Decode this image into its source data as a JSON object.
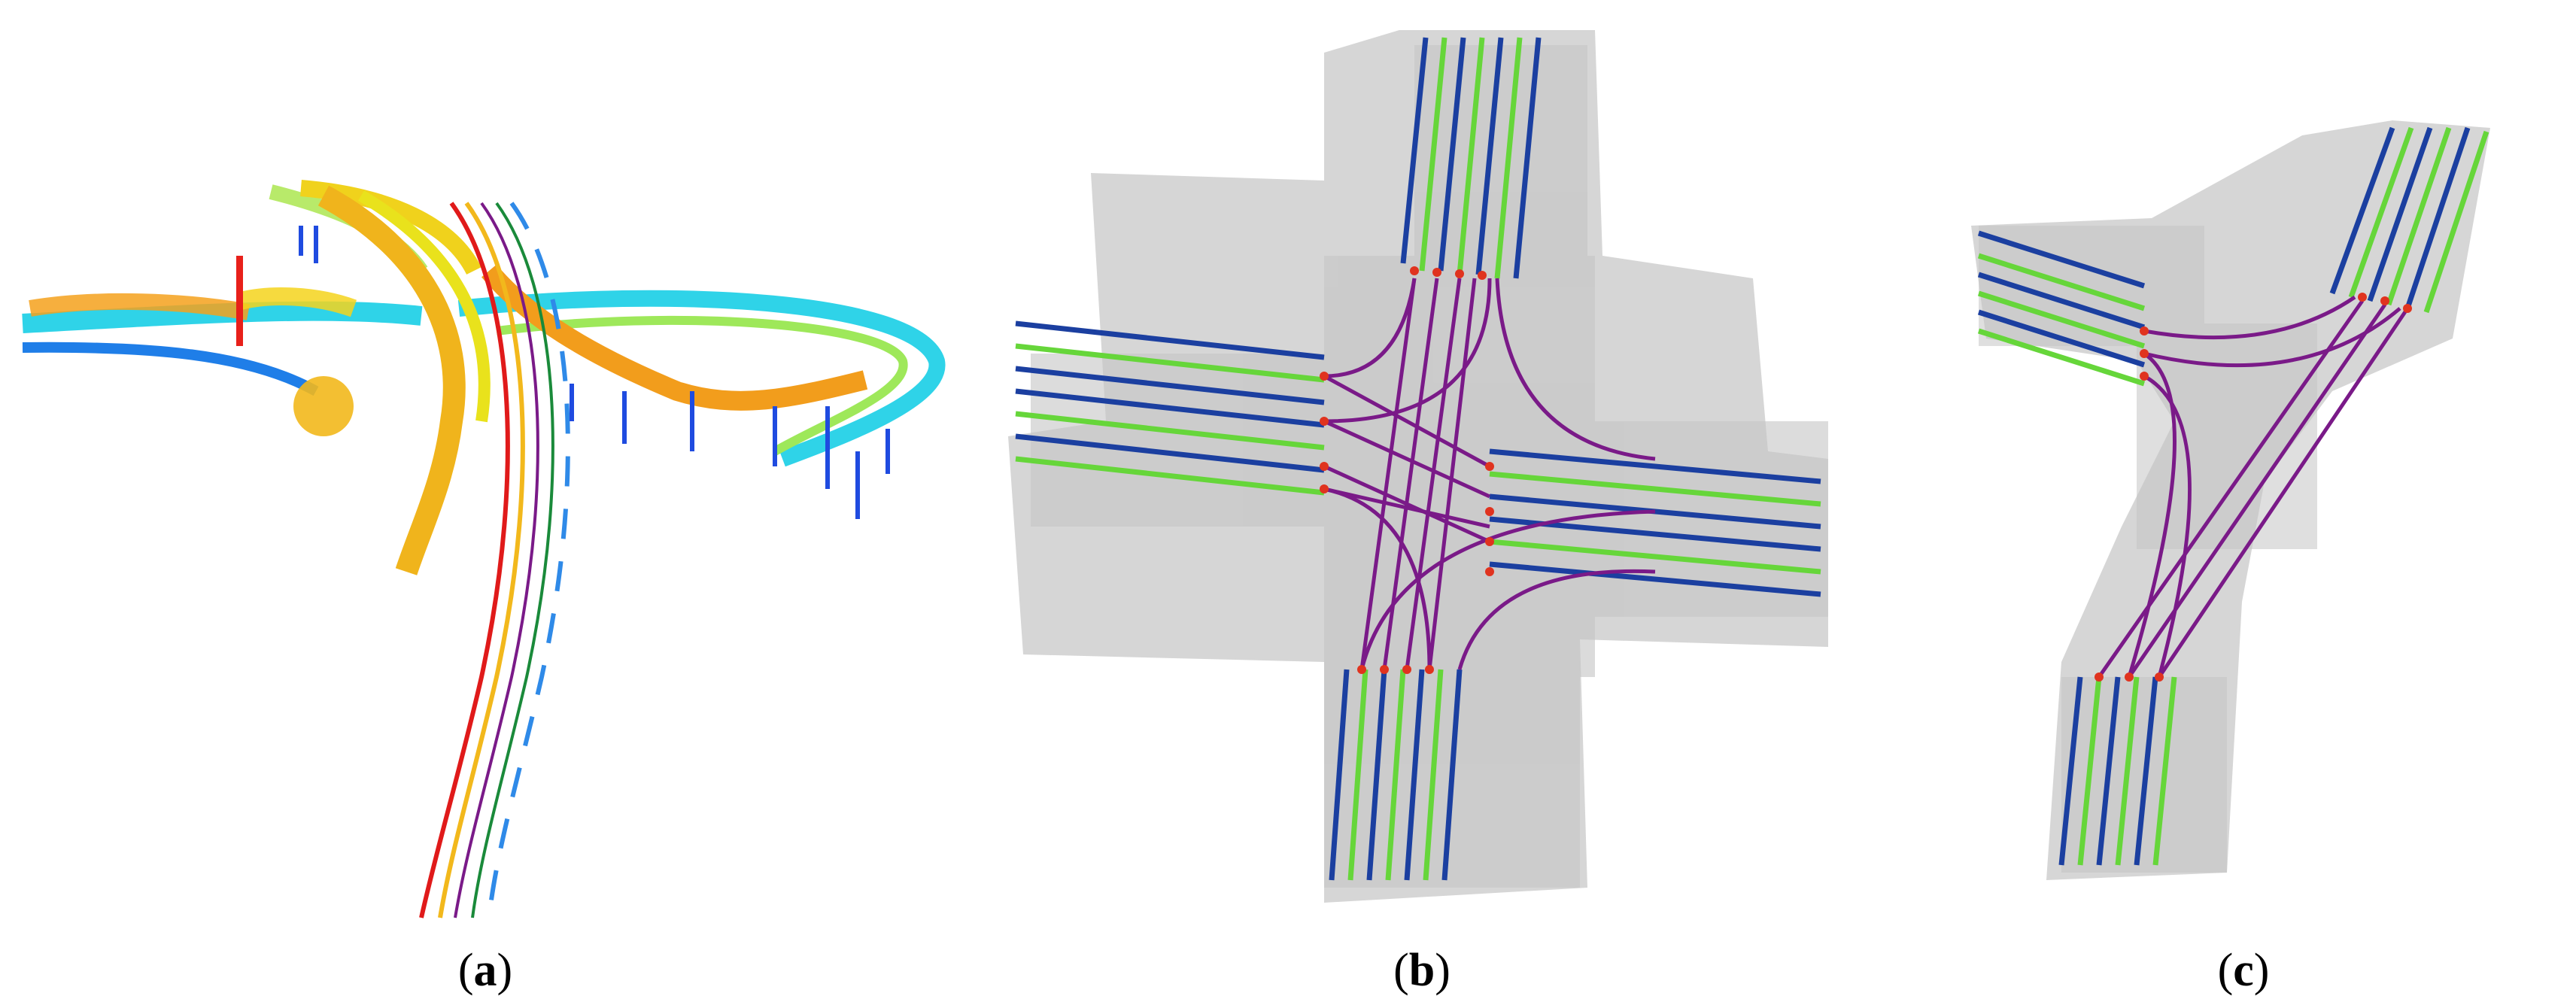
{
  "captions": {
    "a": {
      "open": "(",
      "letter": "a",
      "close": ")"
    },
    "b": {
      "open": "(",
      "letter": "b",
      "close": ")"
    },
    "c": {
      "open": "(",
      "letter": "c",
      "close": ")"
    }
  },
  "colors": {
    "lane_green": "#66d63a",
    "lane_blue": "#1b3fa0",
    "connector_purple": "#7a1a88",
    "stop_red": "#e0331f",
    "cloud_gray": "#d2d2d2",
    "ramp_yellow": "#e9c21a",
    "ramp_orange": "#f29d1c",
    "ramp_cyan": "#2fd3e8",
    "ramp_blue": "#1f4be0"
  }
}
